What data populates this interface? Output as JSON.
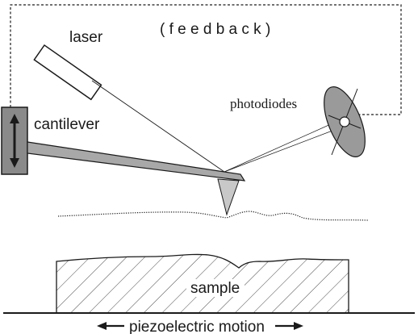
{
  "diagram": {
    "labels": {
      "laser": "laser",
      "feedback": "( f e e d b a c k )",
      "cantilever": "cantilever",
      "photodiodes": "photodiodes",
      "sample": "sample",
      "piezo_motion": "piezoelectric motion"
    },
    "colors": {
      "ink": "#1a1a1a",
      "cantilever_fill": "#a8a8a8",
      "holder_fill": "#8a8a8a",
      "photodiode_fill": "#9a9a9a",
      "background": "#ffffff"
    },
    "icons": {
      "holder_arrow": "double-arrow-vertical-icon",
      "motion_left": "arrow-left-icon",
      "motion_right": "arrow-right-icon"
    }
  }
}
